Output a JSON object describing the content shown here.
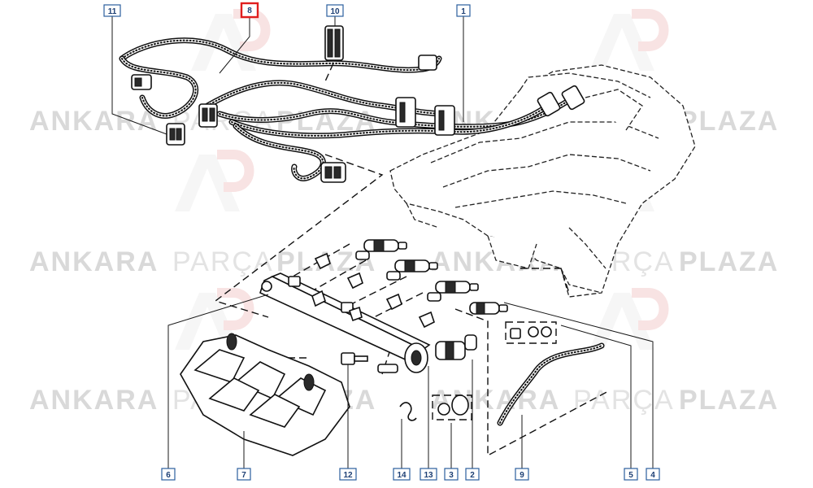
{
  "watermark": {
    "brand_left": "ANKARA",
    "brand_middle": "PARÇA",
    "brand_right": "PLAZA",
    "logo_letters": "AP"
  },
  "diagram": {
    "highlight_color": "#e01e1e",
    "callout_color": "#2b5f9e",
    "highlighted_part": "8",
    "callouts": [
      "1",
      "2",
      "3",
      "4",
      "5",
      "6",
      "7",
      "8",
      "9",
      "10",
      "11",
      "12",
      "13",
      "14"
    ]
  }
}
